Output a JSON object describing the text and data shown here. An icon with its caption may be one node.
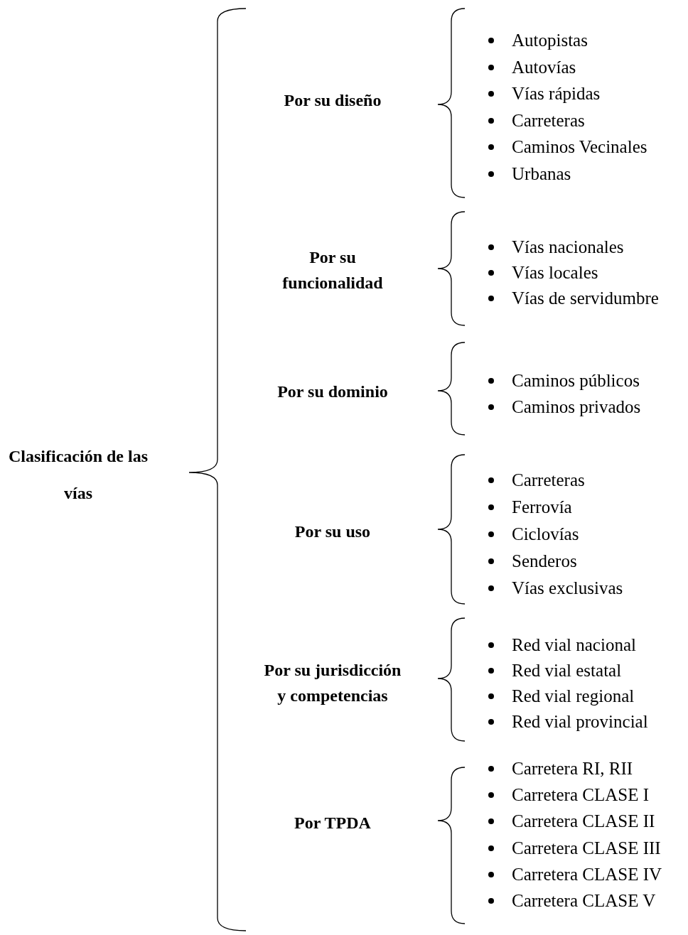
{
  "diagram": {
    "labels": [
      "Clasificación de las vías",
      "Por su diseño",
      "Autopistas",
      "Autovías",
      "Vías rápidas",
      "Carreteras",
      "Caminos Vecinales",
      "Urbanas",
      "Por su funcionalidad",
      "Vías nacionales",
      "Vías locales",
      "Vías de servidumbre",
      "Por su dominio",
      "Caminos públicos",
      "Caminos privados",
      "Por su uso",
      "Carreteras",
      "Ferrovía",
      "Ciclovías",
      "Senderos",
      "Vías exclusivas",
      "Por su jurisdicción y competencias",
      "Red vial nacional",
      "Red vial estatal",
      "Red vial regional",
      "Red vial provincial",
      "Por TPDA",
      "Carretera RI, RII",
      "Carretera CLASE I",
      "Carretera CLASE II",
      "Carretera CLASE III",
      "Carretera CLASE IV",
      "Carretera CLASE V"
    ]
  }
}
